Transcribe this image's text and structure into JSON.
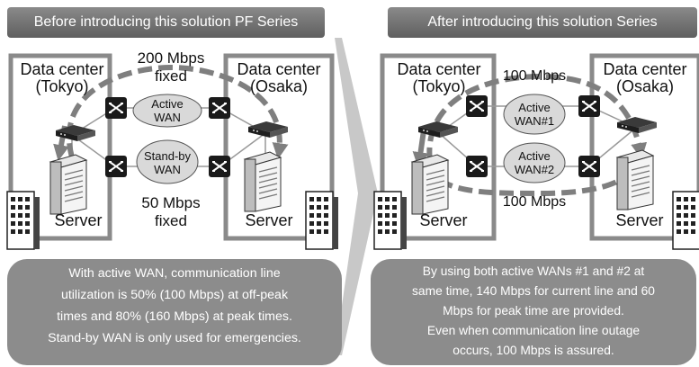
{
  "left": {
    "banner": "Before introducing this solution PF Series",
    "dc_tokyo": [
      "Data center",
      "(Tokyo)"
    ],
    "dc_osaka": [
      "Data center",
      "(Osaka)"
    ],
    "bw_top": [
      "200 Mbps",
      "fixed"
    ],
    "bw_bottom": [
      "50 Mbps",
      "fixed"
    ],
    "wan_top": [
      "Active",
      "WAN"
    ],
    "wan_bottom": [
      "Stand-by",
      "WAN"
    ],
    "server_left": "Server",
    "server_right": "Server",
    "note": [
      "With active WAN, communication line",
      "utilization is 50% (100 Mbps) at off-peak",
      "times and 80% (160 Mbps) at peak times.",
      "Stand-by WAN is only used for emergencies."
    ]
  },
  "right": {
    "banner": "After introducing this solution Series",
    "dc_tokyo": [
      "Data center",
      "(Tokyo)"
    ],
    "dc_osaka": [
      "Data center",
      "(Osaka)"
    ],
    "bw_top": "100 Mbps",
    "bw_bottom": "100 Mbps",
    "wan_top": [
      "Active",
      "WAN#1"
    ],
    "wan_bottom": [
      "Active",
      "WAN#2"
    ],
    "server_left": "Server",
    "server_right": "Server",
    "note": [
      "By using both active WANs #1 and #2 at",
      "same time, 140 Mbps for current line and 60",
      "Mbps for peak time are provided.",
      "Even when communication line outage",
      "occurs, 100 Mbps is assured."
    ]
  },
  "colors": {
    "banner": "#6e6e6e",
    "note_bg": "#8c8c8c",
    "wan_oval": "#d9d9d9",
    "arrow": "#7f7f7f",
    "dc_frame": "#8a8a8a"
  }
}
